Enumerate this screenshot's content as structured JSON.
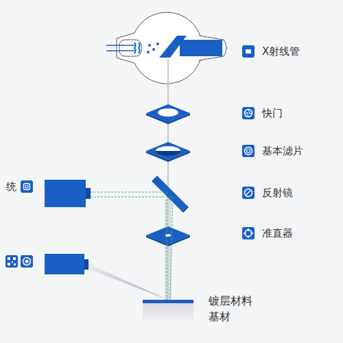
{
  "diagram": {
    "labels": [
      "X射线管",
      "快门",
      "基本滤片",
      "反射镜",
      "准直器",
      "统",
      "镀层材料",
      "基材"
    ]
  }
}
